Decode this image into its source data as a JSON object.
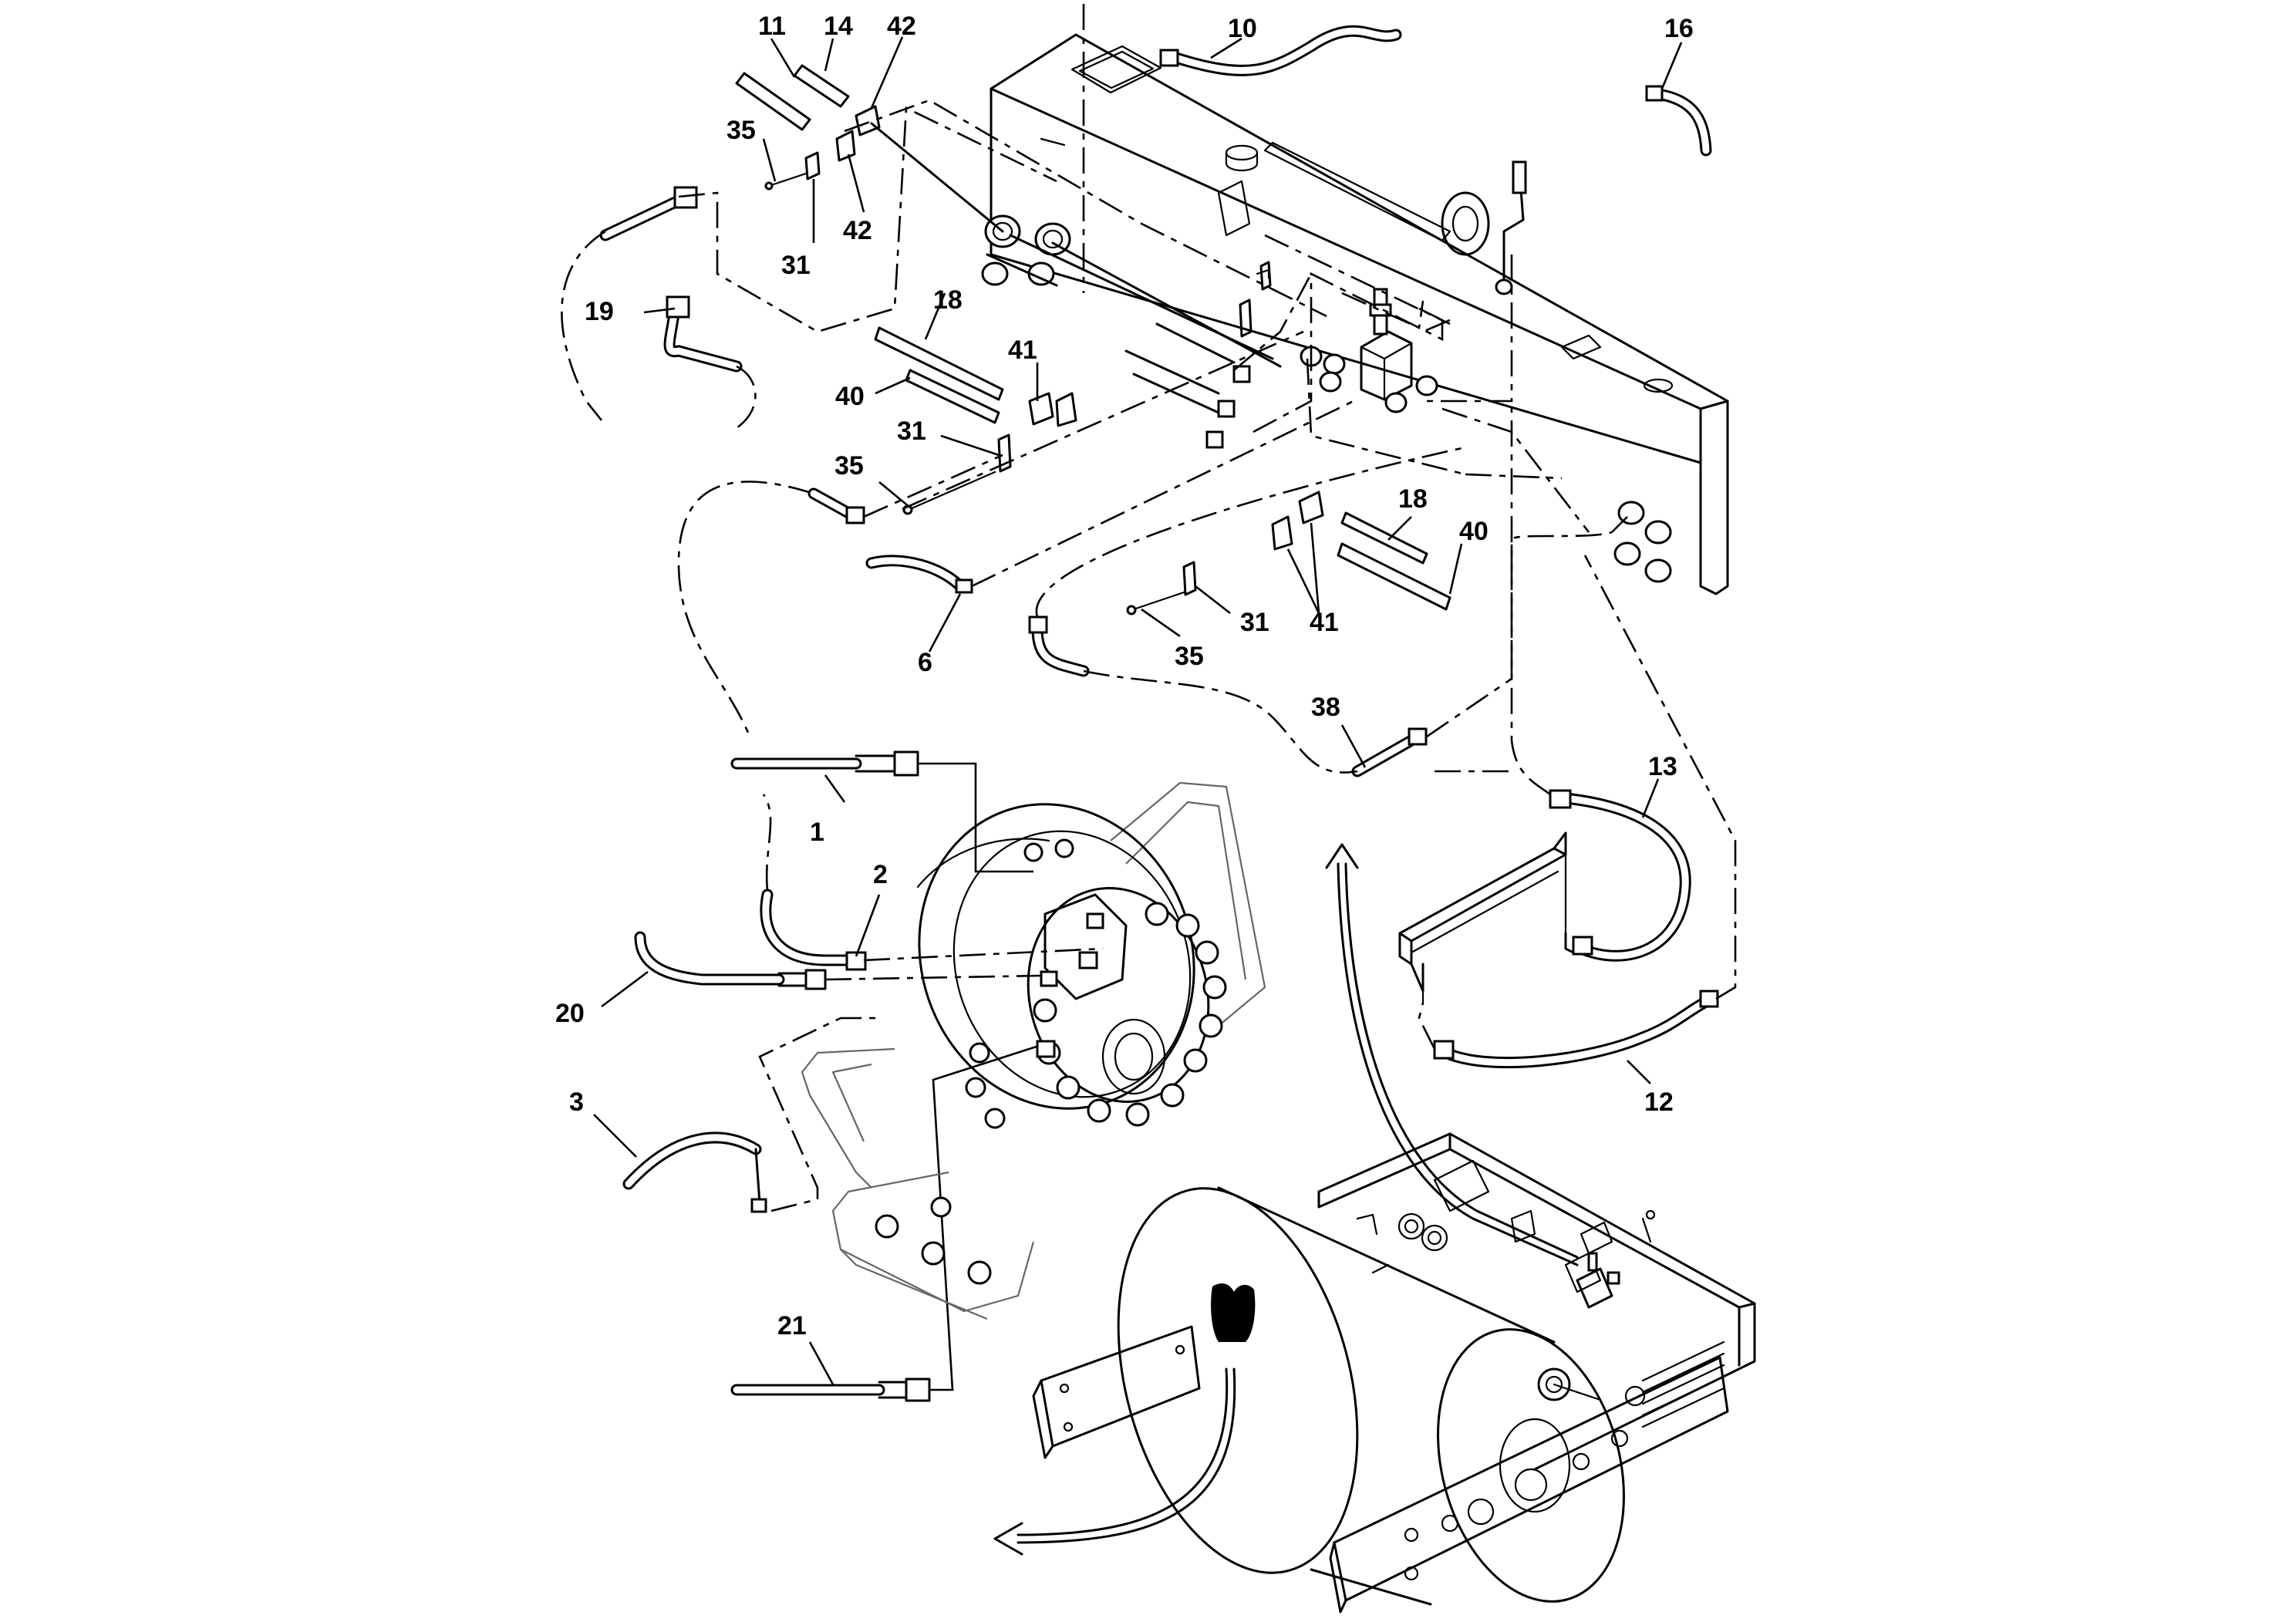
{
  "diagram": {
    "callouts": {
      "c1": "1",
      "c2": "2",
      "c3": "3",
      "c6": "6",
      "c10": "10",
      "c11": "11",
      "c12": "12",
      "c13": "13",
      "c14": "14",
      "c16": "16",
      "c18a": "18",
      "c18b": "18",
      "c19": "19",
      "c20": "20",
      "c21": "21",
      "c31a": "31",
      "c31b": "31",
      "c31c": "31",
      "c35a": "35",
      "c35b": "35",
      "c35c": "35",
      "c38": "38",
      "c40a": "40",
      "c40b": "40",
      "c41a": "41",
      "c41b": "41",
      "c42a": "42",
      "c42b": "42"
    }
  }
}
